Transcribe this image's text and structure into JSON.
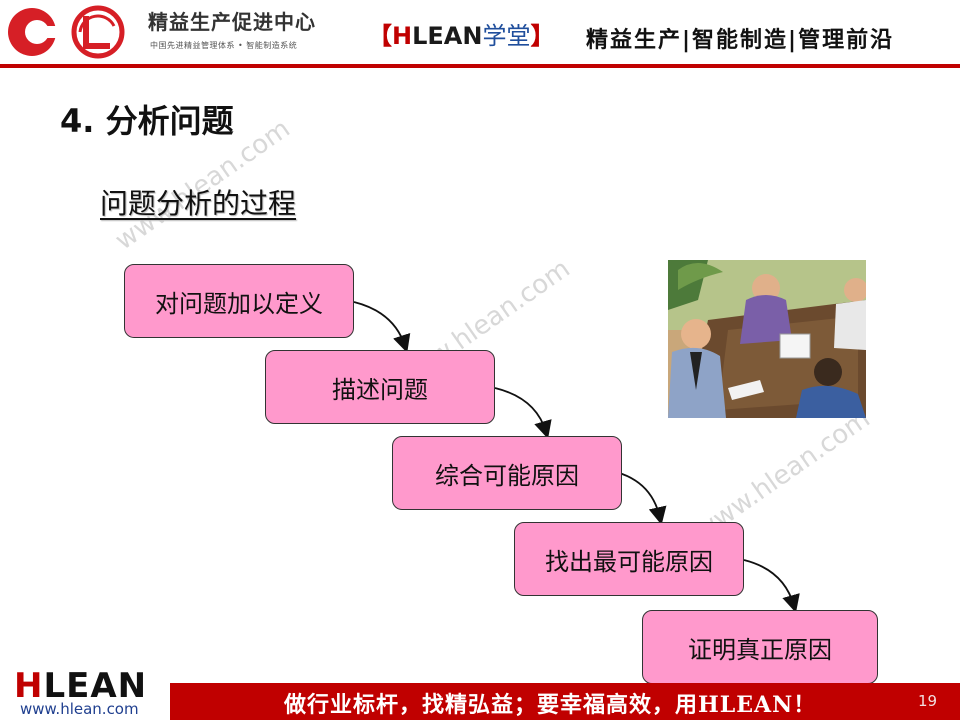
{
  "header": {
    "org_name": "精益生产促进中心",
    "org_sub": "中国先进精益管理体系 • 智能制造系统",
    "brand_open": "【",
    "brand_h": "H",
    "brand_rest": "LEAN",
    "brand_sub": "学堂",
    "brand_close": "】",
    "tagline": "精益生产|智能制造|管理前沿"
  },
  "title": "4.  分析问题",
  "subtitle": "问题分析的过程",
  "steps": [
    {
      "label": "对问题加以定义"
    },
    {
      "label": "描述问题"
    },
    {
      "label": "综合可能原因"
    },
    {
      "label": "找出最可能原因"
    },
    {
      "label": "证明真正原因"
    }
  ],
  "watermark": "www.hlean.com",
  "footer": {
    "logo_h": "H",
    "logo_rest": "LEAN",
    "url": "www.hlean.com",
    "slogan": "做行业标杆，找精弘益；要幸福高效，用HLEAN！",
    "page_number": "19"
  },
  "colors": {
    "accent_red": "#c00000",
    "step_fill": "#ff99cc"
  }
}
